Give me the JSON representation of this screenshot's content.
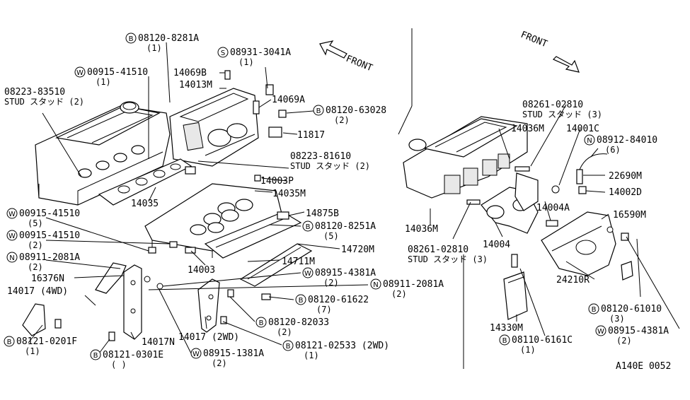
{
  "front_left": "FRONT",
  "front_right": "FRONT",
  "footer_code": "A140E 0052",
  "callouts": [
    {
      "id": "c1",
      "prefix": "B",
      "text": "08120-8281A",
      "qty": "(1)"
    },
    {
      "id": "c2",
      "prefix": "S",
      "text": "08931-3041A",
      "qty": "(1)"
    },
    {
      "id": "c3",
      "prefix": "W",
      "text": "00915-41510",
      "qty": "(1)"
    },
    {
      "id": "c4",
      "prefix": "",
      "text": "14069B",
      "qty": ""
    },
    {
      "id": "c5",
      "prefix": "",
      "text": "14013M",
      "qty": ""
    },
    {
      "id": "c6",
      "prefix": "",
      "text": "14069A",
      "qty": ""
    },
    {
      "id": "c7",
      "prefix": "",
      "text": "08223-83510",
      "qty": "STUD スタッド (2)"
    },
    {
      "id": "c8",
      "prefix": "B",
      "text": "08120-63028",
      "qty": "(2)"
    },
    {
      "id": "c9",
      "prefix": "",
      "text": "11817",
      "qty": ""
    },
    {
      "id": "c10",
      "prefix": "",
      "text": "08223-81610",
      "qty": "STUD スタッド (2)"
    },
    {
      "id": "c11",
      "prefix": "",
      "text": "14003P",
      "qty": ""
    },
    {
      "id": "c12",
      "prefix": "",
      "text": "14035M",
      "qty": ""
    },
    {
      "id": "c13",
      "prefix": "",
      "text": "14035",
      "qty": ""
    },
    {
      "id": "c14",
      "prefix": "W",
      "text": "00915-41510",
      "qty": "(5)"
    },
    {
      "id": "c15",
      "prefix": "",
      "text": "14875B",
      "qty": ""
    },
    {
      "id": "c16",
      "prefix": "B",
      "text": "08120-8251A",
      "qty": "(5)"
    },
    {
      "id": "c17",
      "prefix": "W",
      "text": "00915-41510",
      "qty": "(2)"
    },
    {
      "id": "c18",
      "prefix": "",
      "text": "14720M",
      "qty": ""
    },
    {
      "id": "c19",
      "prefix": "N",
      "text": "08911-2081A",
      "qty": "(2)"
    },
    {
      "id": "c20",
      "prefix": "",
      "text": "14711M",
      "qty": ""
    },
    {
      "id": "c21",
      "prefix": "",
      "text": "14003",
      "qty": ""
    },
    {
      "id": "c22",
      "prefix": "",
      "text": "16376N",
      "qty": ""
    },
    {
      "id": "c23",
      "prefix": "W",
      "text": "08915-4381A",
      "qty": "(2)"
    },
    {
      "id": "c24",
      "prefix": "N",
      "text": "08911-2081A",
      "qty": "(2)"
    },
    {
      "id": "c25",
      "prefix": "",
      "text": "14017 (4WD)",
      "qty": ""
    },
    {
      "id": "c26",
      "prefix": "B",
      "text": "08120-61622",
      "qty": "(7)"
    },
    {
      "id": "c27",
      "prefix": "B",
      "text": "08120-82033",
      "qty": "(2)"
    },
    {
      "id": "c28",
      "prefix": "",
      "text": "14017 (2WD)",
      "qty": ""
    },
    {
      "id": "c29",
      "prefix": "B",
      "text": "08121-0201F",
      "qty": "(1)"
    },
    {
      "id": "c30",
      "prefix": "",
      "text": "14017N",
      "qty": ""
    },
    {
      "id": "c31",
      "prefix": "B",
      "text": "08121-02533 (2WD)",
      "qty": "(1)"
    },
    {
      "id": "c32",
      "prefix": "B",
      "text": "08121-0301E",
      "qty": "( )"
    },
    {
      "id": "c33",
      "prefix": "W",
      "text": "08915-1381A",
      "qty": "(2)"
    },
    {
      "id": "c34",
      "prefix": "",
      "text": "08261-02810",
      "qty": "STUD スタッド (3)"
    },
    {
      "id": "c35",
      "prefix": "",
      "text": "14036M",
      "qty": ""
    },
    {
      "id": "c36",
      "prefix": "",
      "text": "14001C",
      "qty": ""
    },
    {
      "id": "c37",
      "prefix": "N",
      "text": "08912-84010",
      "qty": "(6)"
    },
    {
      "id": "c38",
      "prefix": "",
      "text": "22690M",
      "qty": ""
    },
    {
      "id": "c39",
      "prefix": "",
      "text": "14002D",
      "qty": ""
    },
    {
      "id": "c40",
      "prefix": "",
      "text": "14004A",
      "qty": ""
    },
    {
      "id": "c41",
      "prefix": "",
      "text": "16590M",
      "qty": ""
    },
    {
      "id": "c42",
      "prefix": "",
      "text": "14036M",
      "qty": ""
    },
    {
      "id": "c43",
      "prefix": "",
      "text": "08261-02810",
      "qty": "STUD スタッド (3)"
    },
    {
      "id": "c44",
      "prefix": "",
      "text": "14004",
      "qty": ""
    },
    {
      "id": "c45",
      "prefix": "",
      "text": "24210R",
      "qty": ""
    },
    {
      "id": "c46",
      "prefix": "B",
      "text": "08120-61010",
      "qty": "(3)"
    },
    {
      "id": "c47",
      "prefix": "W",
      "text": "08915-4381A",
      "qty": "(2)"
    },
    {
      "id": "c48",
      "prefix": "",
      "text": "14330M",
      "qty": ""
    },
    {
      "id": "c49",
      "prefix": "B",
      "text": "08110-6161C",
      "qty": "(1)"
    }
  ]
}
